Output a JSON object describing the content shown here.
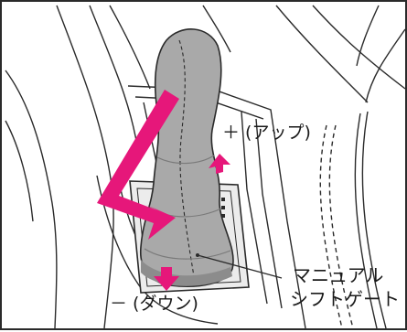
{
  "figure": {
    "labels": {
      "up": "＋ (アップ)",
      "down": "－ (ダウン)",
      "manual_gate_line1": "マニュアル",
      "manual_gate_line2": "シフトゲート"
    },
    "colors": {
      "arrow_shift": "#e6177a",
      "line_art": "#2a2a2a",
      "shift_boot": "#a9a9a9",
      "boot_shadow": "#8c8c8c",
      "background": "#ffffff"
    }
  }
}
